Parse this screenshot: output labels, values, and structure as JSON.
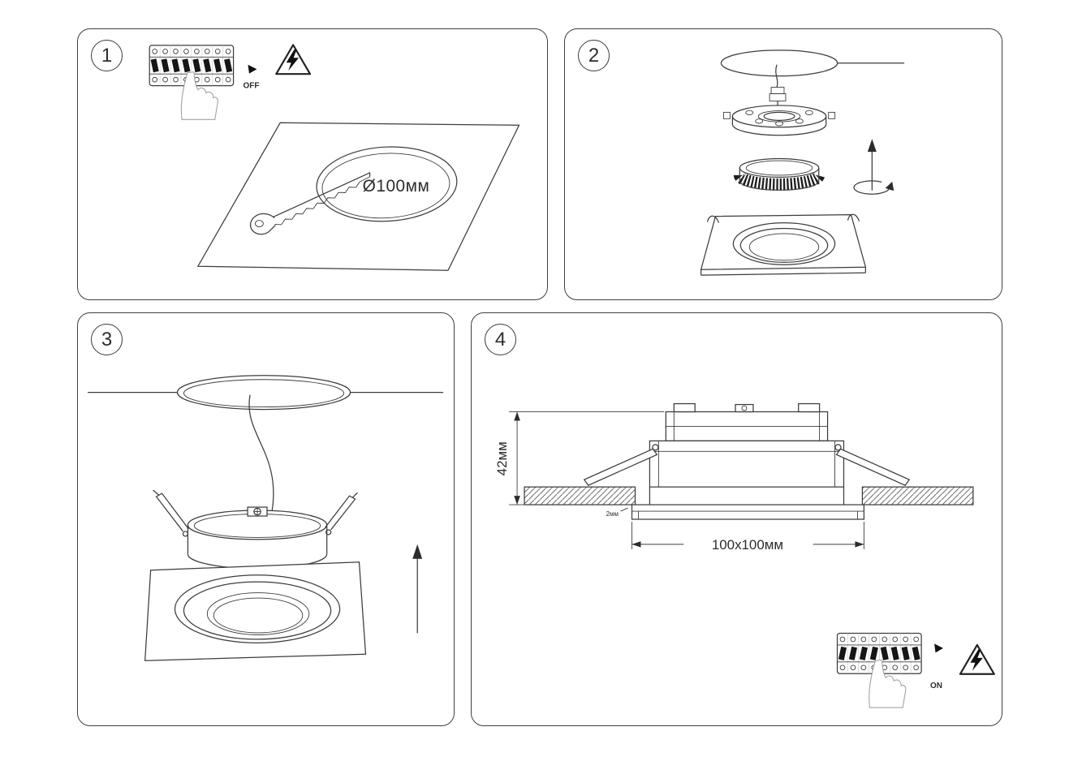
{
  "accent": {
    "line_color": "#3c3c3c"
  },
  "steps": {
    "step1": {
      "number": "1",
      "breaker_state": "OFF",
      "hole_diameter": "Ø100мм"
    },
    "step2": {
      "number": "2"
    },
    "step3": {
      "number": "3"
    },
    "step4": {
      "number": "4",
      "recess_depth": "42мм",
      "trim_gap": "2мм",
      "cutout_size": "100x100мм",
      "breaker_state": "ON"
    }
  }
}
